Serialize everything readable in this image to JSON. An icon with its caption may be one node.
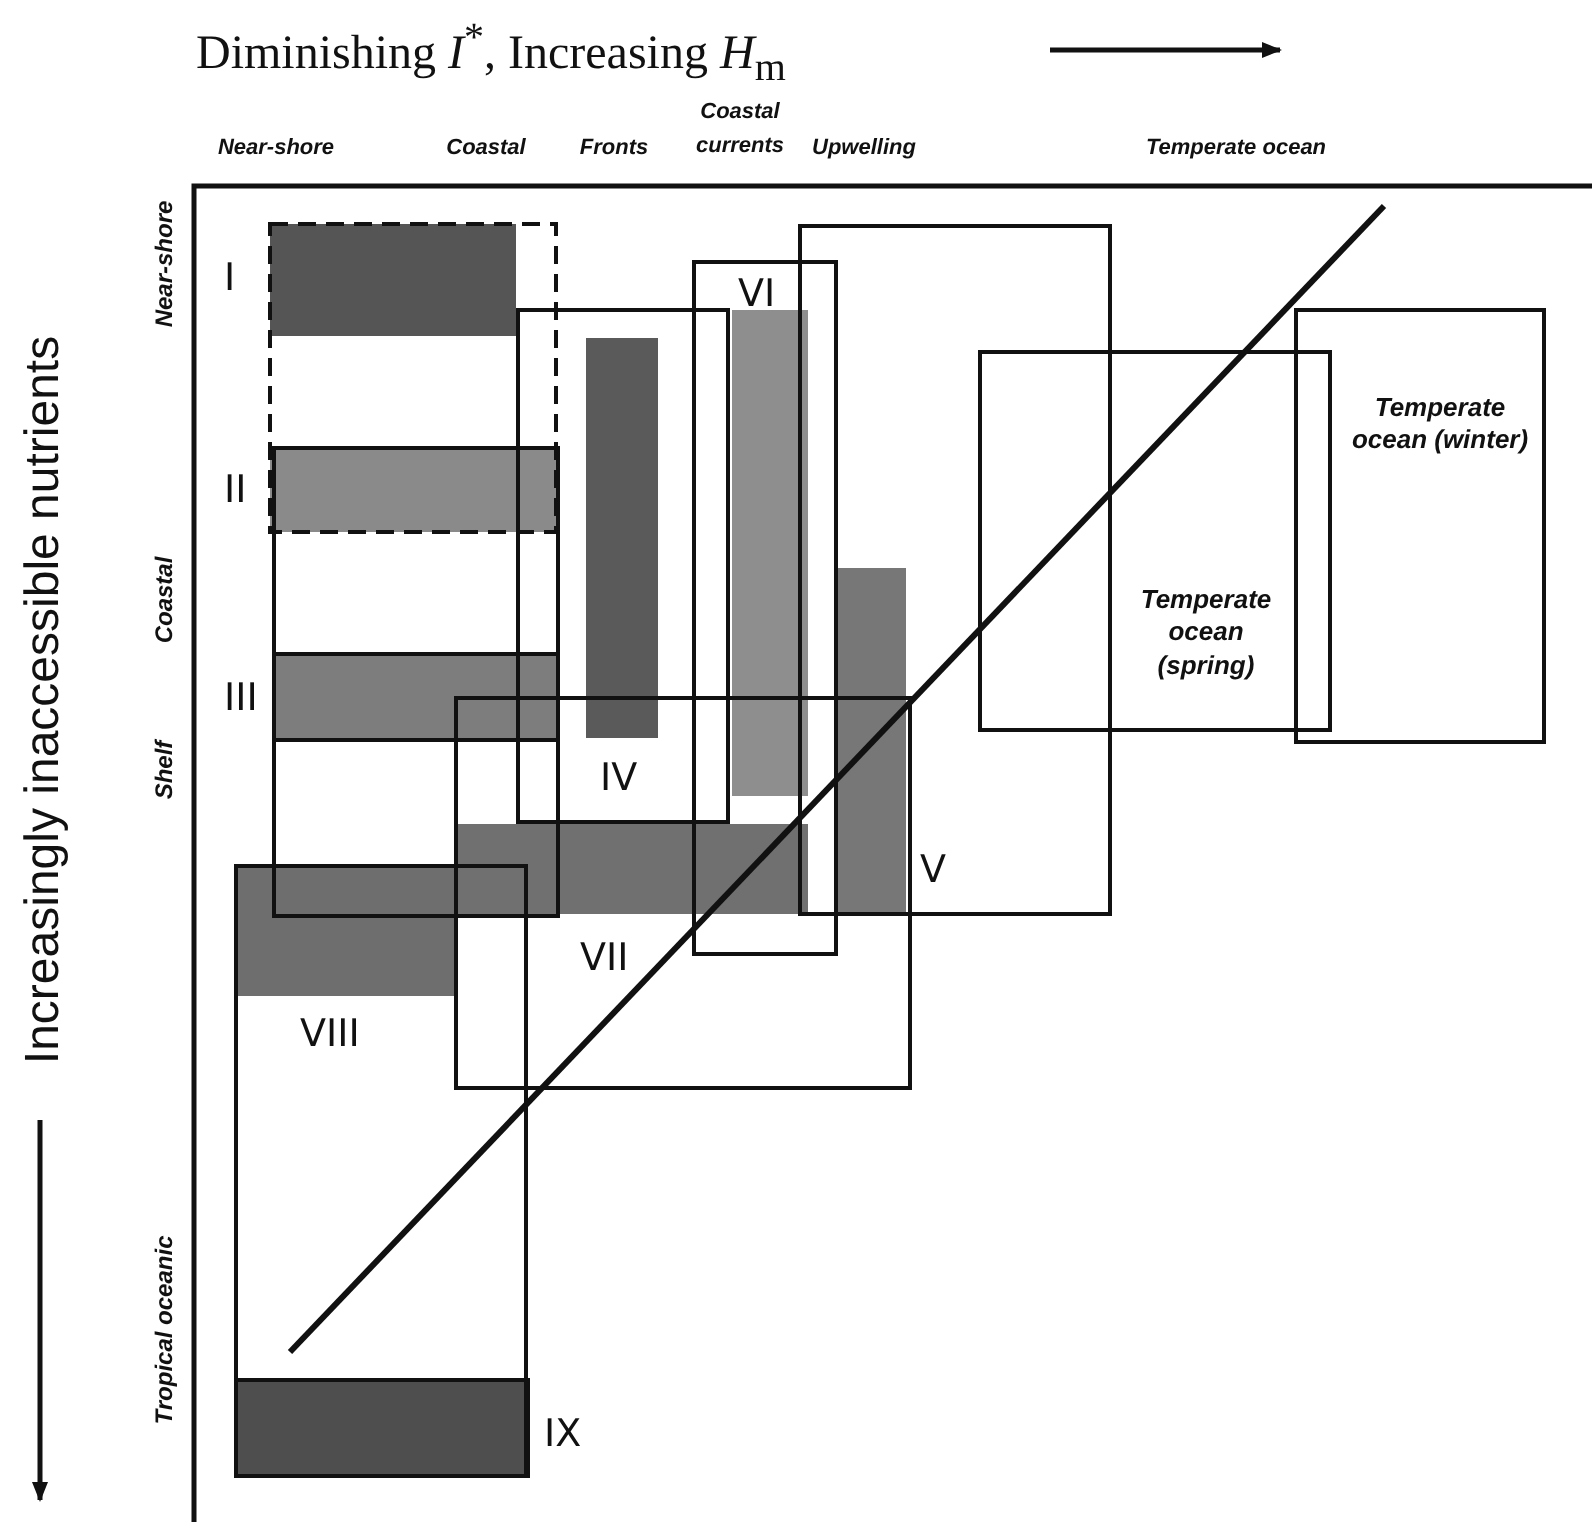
{
  "diagram": {
    "nodes": [
      {
        "text": [
          "I"
        ]
      },
      {
        "text": [
          "II"
        ]
      },
      {
        "text": [
          "III"
        ],
        "in": 1
      },
      {
        "text": [
          "IV"
        ]
      },
      {
        "text": [
          "V"
        ]
      },
      {
        "text": [
          "VI"
        ]
      },
      {
        "text": [
          "VII"
        ]
      },
      {
        "text": [
          "VIII"
        ]
      },
      {
        "text": [
          "IX"
        ],
        "in": 7
      },
      {
        "text": [
          "Temperate ocean (spring)"
        ]
      },
      {
        "text": [
          "Temperate ocean (winter)"
        ]
      }
    ],
    "labels": [
      "Diminishing *I*$^{*}$, Increasing *H*$_{m}$",
      "Near-shore",
      "Coastal",
      "Fronts",
      "Coastal currents",
      "Upwelling",
      "Temperate ocean",
      "Near-shore",
      "Coastal",
      "Shelf",
      "Tropical oceanic",
      "Increasingly inaccessible nutrients"
    ]
  }
}
